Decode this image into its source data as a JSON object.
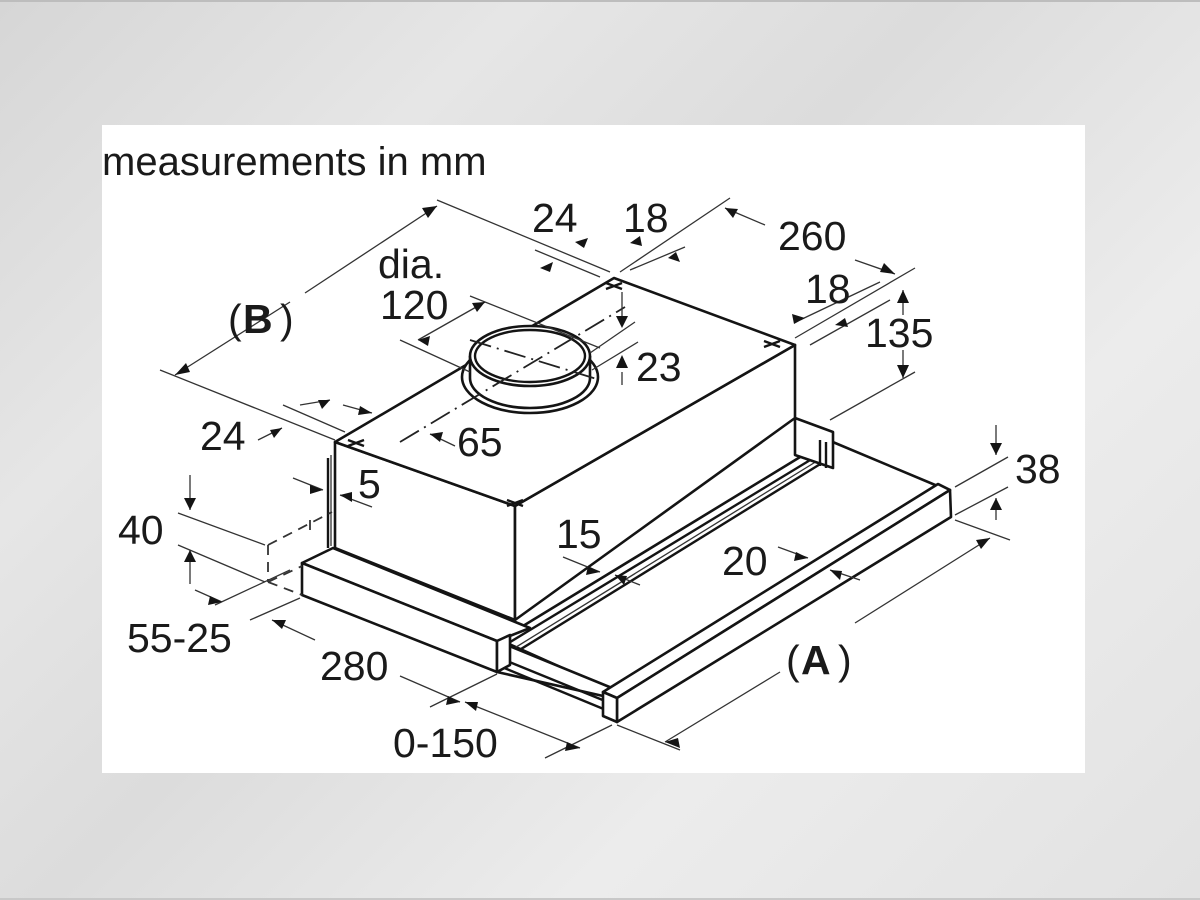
{
  "diagram": {
    "title": "measurements in mm",
    "subject": "telescopic cooker hood dimension drawing",
    "labels": {
      "B": "B",
      "A": "A",
      "paren_open": "(",
      "paren_close": ")"
    },
    "dimensions": {
      "dia_label": "dia.",
      "dia_value": "120",
      "top_offset_left": "24",
      "top_offset_right": "18",
      "depth_total": "260",
      "side_offset": "18",
      "height": "135",
      "duct_height": "23",
      "duct_offset": "65",
      "left_offset": "24",
      "wall_gap": "5",
      "panel_height": "40",
      "panel_range": "55-25",
      "base_depth": "280",
      "extension": "0-150",
      "bar_gap": "15",
      "bar_depth": "20",
      "bar_height": "38"
    }
  },
  "colors": {
    "line": "#141414",
    "panel": "#ffffff",
    "background": "#e0e0e0"
  }
}
